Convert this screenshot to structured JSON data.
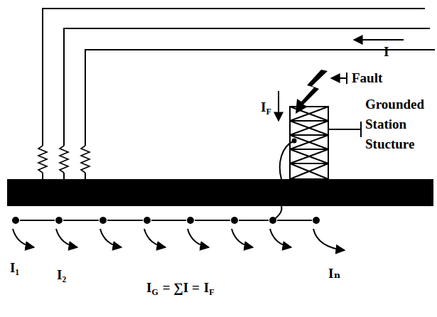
{
  "diagram": {
    "labels": [
      "I",
      "Fault",
      "I",
      "F",
      "Grounded Station Stucture",
      "I₁",
      "I₂",
      "I",
      "G",
      "= ∑I =",
      "I",
      "F",
      "Iₙ"
    ]
  }
}
